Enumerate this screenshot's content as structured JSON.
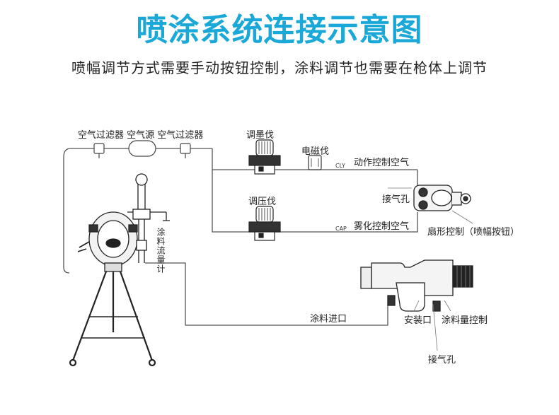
{
  "header": {
    "title": "喷涂系统连接示意图",
    "subtitle": "喷幅调节方式需要手动按钮控制，涂料调节也需要在枪体上调节"
  },
  "labels": {
    "filters": "空气过滤器 空气源 空气过滤器",
    "ink_regulator": "调墨伐",
    "solenoid": "电磁伐",
    "pressure_regulator": "调压伐",
    "cly_tag": "CLY",
    "action_air": "动作控制空气",
    "cap_tag": "CAP",
    "atomize_air": "雾化控制空气",
    "air_port_top": "接气孔",
    "fan_control": "扇形控制（喷幅按钮）",
    "flowmeter": "涂料流量计",
    "paint_inlet": "涂料进口",
    "mount_port": "安装口",
    "paint_amount": "涂料量控制",
    "air_port_bottom": "接气孔"
  },
  "colors": {
    "title": "#1aa8d8",
    "line": "#555555"
  }
}
